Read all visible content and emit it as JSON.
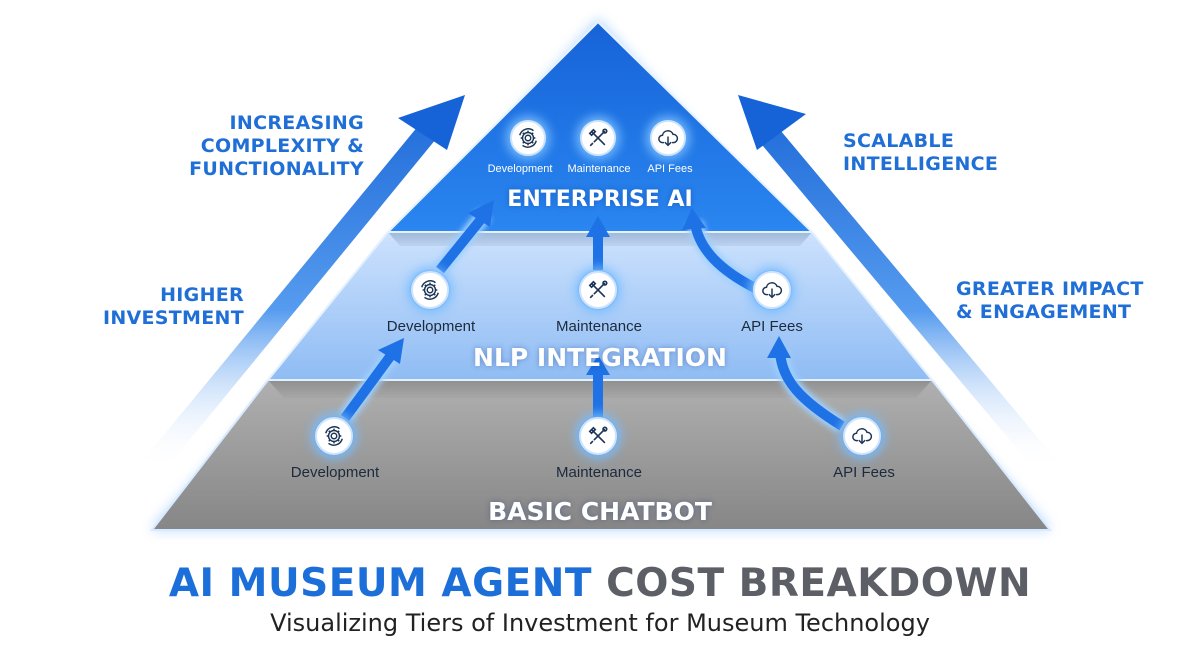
{
  "side_labels": {
    "top_left": [
      "INCREASING",
      "COMPLEXITY &",
      "FUNCTIONALITY"
    ],
    "mid_left": [
      "HIGHER",
      "INVESTMENT"
    ],
    "top_right": [
      "SCALABLE",
      "INTELLIGENCE"
    ],
    "mid_right": [
      "GREATER IMPACT",
      "& ENGAGEMENT"
    ]
  },
  "tiers": {
    "enterprise": {
      "title": "ENTERPRISE AI",
      "items": [
        {
          "label": "Development",
          "icon": "gear-refresh-icon"
        },
        {
          "label": "Maintenance",
          "icon": "wrench-screwdriver-icon"
        },
        {
          "label": "API Fees",
          "icon": "cloud-download-icon"
        }
      ]
    },
    "nlp": {
      "title": "NLP INTEGRATION",
      "items": [
        {
          "label": "Development",
          "icon": "gear-refresh-icon"
        },
        {
          "label": "Maintenance",
          "icon": "wrench-screwdriver-icon"
        },
        {
          "label": "API Fees",
          "icon": "cloud-download-icon"
        }
      ]
    },
    "basic": {
      "title": "BASIC CHATBOT",
      "items": [
        {
          "label": "Development",
          "icon": "gear-refresh-icon"
        },
        {
          "label": "Maintenance",
          "icon": "wrench-screwdriver-icon"
        },
        {
          "label": "API Fees",
          "icon": "cloud-download-icon"
        }
      ]
    }
  },
  "title": {
    "part_a": "AI MUSEUM AGENT",
    "part_b": "COST BREAKDOWN"
  },
  "subtitle": "Visualizing Tiers of Investment for Museum Technology",
  "colors": {
    "accent_blue": "#1f6fd6",
    "enterprise_blue": "#1f78e8",
    "nlp_light_blue": "#a9cdf9",
    "basic_gray": "#9a9a9a",
    "title_gray": "#5c5f66"
  }
}
